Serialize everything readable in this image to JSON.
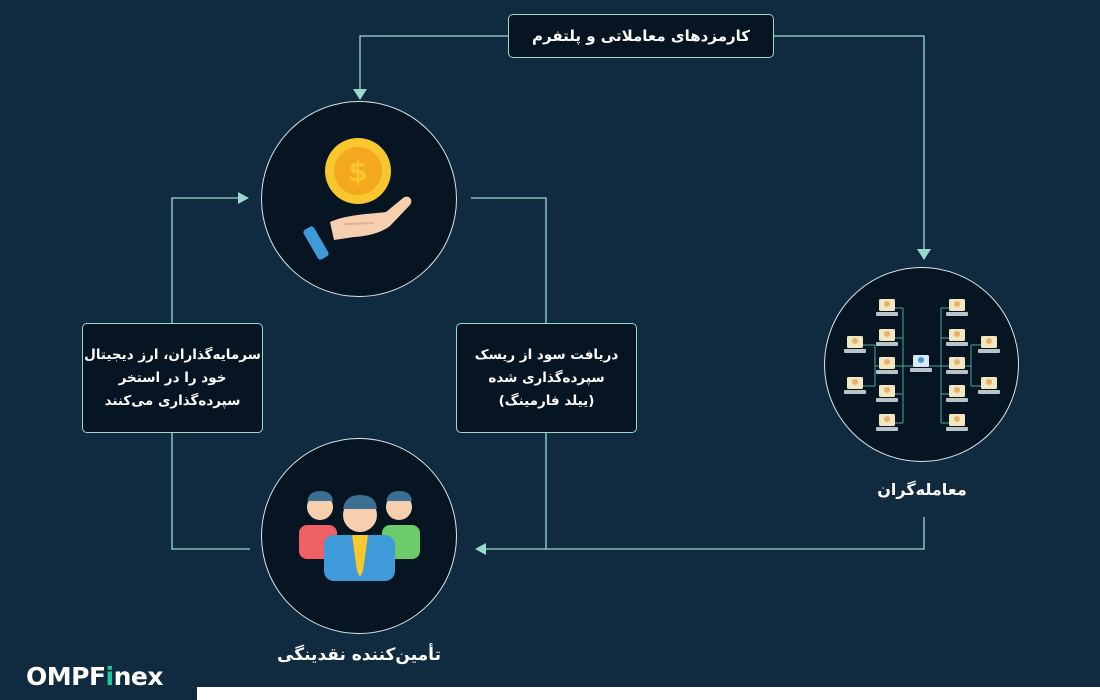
{
  "fees_box": {
    "text": "کارمزدهای معاملاتی و پلتفرم"
  },
  "left_box": {
    "lines": [
      "سرمایه‌گذاران، ارز دیجیتال",
      "خود را در استخر",
      "سپرده‌گذاری می‌کنند"
    ]
  },
  "middle_box": {
    "lines": [
      "دریافت سود از ریسک",
      "سپرده‌گذاری شده",
      "(ییلد فارمینگ)"
    ]
  },
  "traders_label": "معامله‌گران",
  "liquidity_label": "تأمین‌کننده نقدینگی",
  "brand": {
    "main": "OMPF",
    "accent": "i",
    "tail": "nex"
  },
  "colors": {
    "background": "#102a3f",
    "node": "#061521",
    "line": "#9ad9cc",
    "coin": "#f7c72d",
    "brand_accent": "#20c997"
  },
  "icons": {
    "top_circle": "hand-coin-icon",
    "bottom_circle": "people-group-icon",
    "right_circle": "trader-network-icon"
  }
}
